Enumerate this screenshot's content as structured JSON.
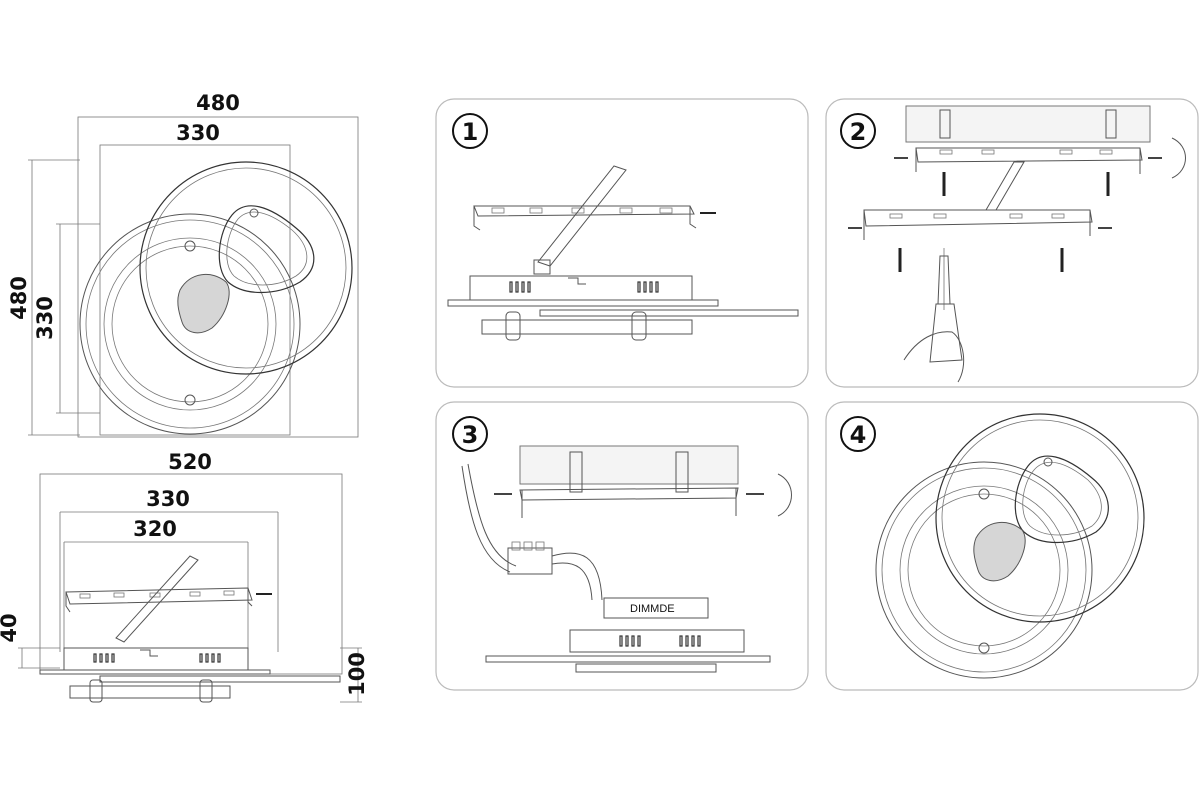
{
  "dimensions": {
    "top_width_outer": "480",
    "top_width_inner": "330",
    "top_height_outer": "480",
    "top_height_inner": "330",
    "side_width_outer": "520",
    "side_width_mid": "330",
    "side_width_inner": "320",
    "side_height_small": "40",
    "side_height_total": "100"
  },
  "steps": [
    {
      "number": "1"
    },
    {
      "number": "2"
    },
    {
      "number": "3",
      "driver_label": "DIMMDE"
    },
    {
      "number": "4"
    }
  ]
}
